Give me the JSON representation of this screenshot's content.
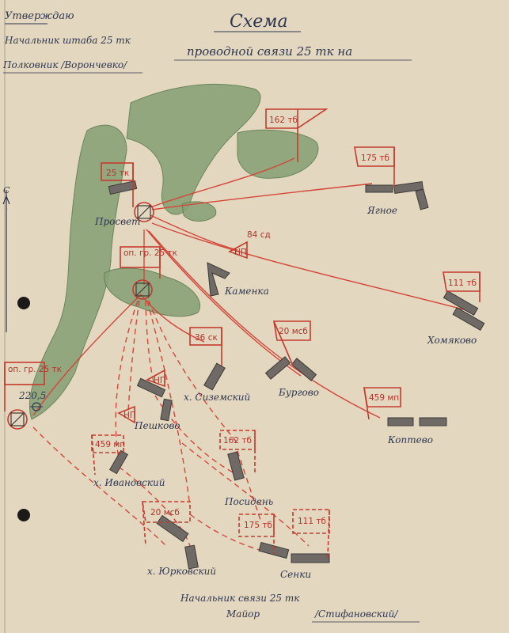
{
  "header": {
    "approval": [
      "Утверждаю",
      "Начальник штаба 25 тк",
      "Полковник /Ворончевко/"
    ],
    "title": "Схема",
    "subtitle": "проводной связи 25 тк на"
  },
  "footer": {
    "line1": "Начальник связи 25 тк",
    "line2": "Майор",
    "signature": "/Стифановский/"
  },
  "places": {
    "prosvet": "Просвет",
    "yagnoe": "Ягное",
    "kamenka": "Каменка",
    "khomyakovo": "Хомяково",
    "sizemsky": "х. Сиземский",
    "burgovo": "Бургово",
    "kopteyevo": "Коптево",
    "peshkovo": "Пешково",
    "ivanovsky": "х. Ивановский",
    "posideny": "Посидень",
    "yurkovsky": "х. Юрковский",
    "senki": "Сенки",
    "height": "220,5"
  },
  "units": {
    "hq25tk": "25 тк",
    "tb162": "162 тб",
    "tb175": "175 тб",
    "sd84": "84 сд",
    "np1": "НП",
    "opgr1": "оп. гр. 25 тк",
    "tb111": "111 тб",
    "sk36": "36 ск",
    "msb20": "20 мсб",
    "mp459a": "459 мп",
    "opgr2": "оп. гр. 25 тк",
    "np2": "НП",
    "np3": "НП",
    "mp459b": "459 мп",
    "tb162b": "162 тб",
    "msb20b": "20 мсб",
    "tb175b": "175 тб",
    "tb111b": "111 тб"
  },
  "margin_mark": "С"
}
